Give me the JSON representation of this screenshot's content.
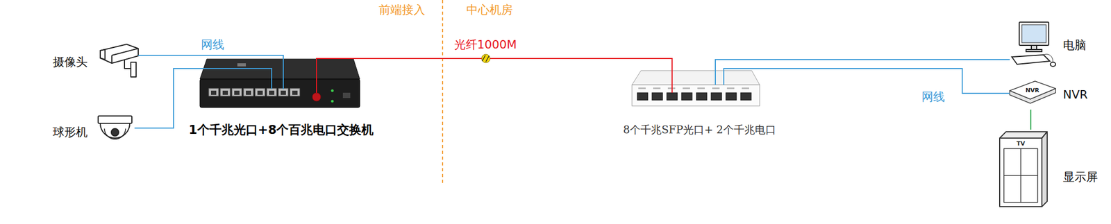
{
  "diagram": {
    "nodes": [
      {
        "text": [
          "摄像头"
        ]
      },
      {
        "text": [
          "球形机"
        ]
      },
      {
        "text": [
          "1个千兆光口+8个百兆电口交换机"
        ]
      },
      {
        "text": [
          "8个千兆SFP光口+ 2个千兆电口"
        ]
      },
      {
        "text": [
          "电脑"
        ]
      },
      {
        "text": [
          "NVR",
          "NVR"
        ]
      },
      {
        "text": [
          "TV",
          "显示屏"
        ]
      }
    ],
    "edges": [
      {
        "from": 0,
        "to": 2,
        "arrow": "none",
        "label": "网线"
      },
      {
        "from": 1,
        "to": 2,
        "arrow": "none"
      },
      {
        "from": 2,
        "to": 3,
        "arrow": "none",
        "label": "光纤1000M"
      },
      {
        "from": 3,
        "to": 4,
        "arrow": "none"
      },
      {
        "from": 3,
        "to": 5,
        "arrow": "none",
        "label": "网线"
      },
      {
        "from": 5,
        "to": 6,
        "arrow": "none"
      }
    ],
    "labels": [
      "前端接入",
      "中心机房"
    ]
  }
}
